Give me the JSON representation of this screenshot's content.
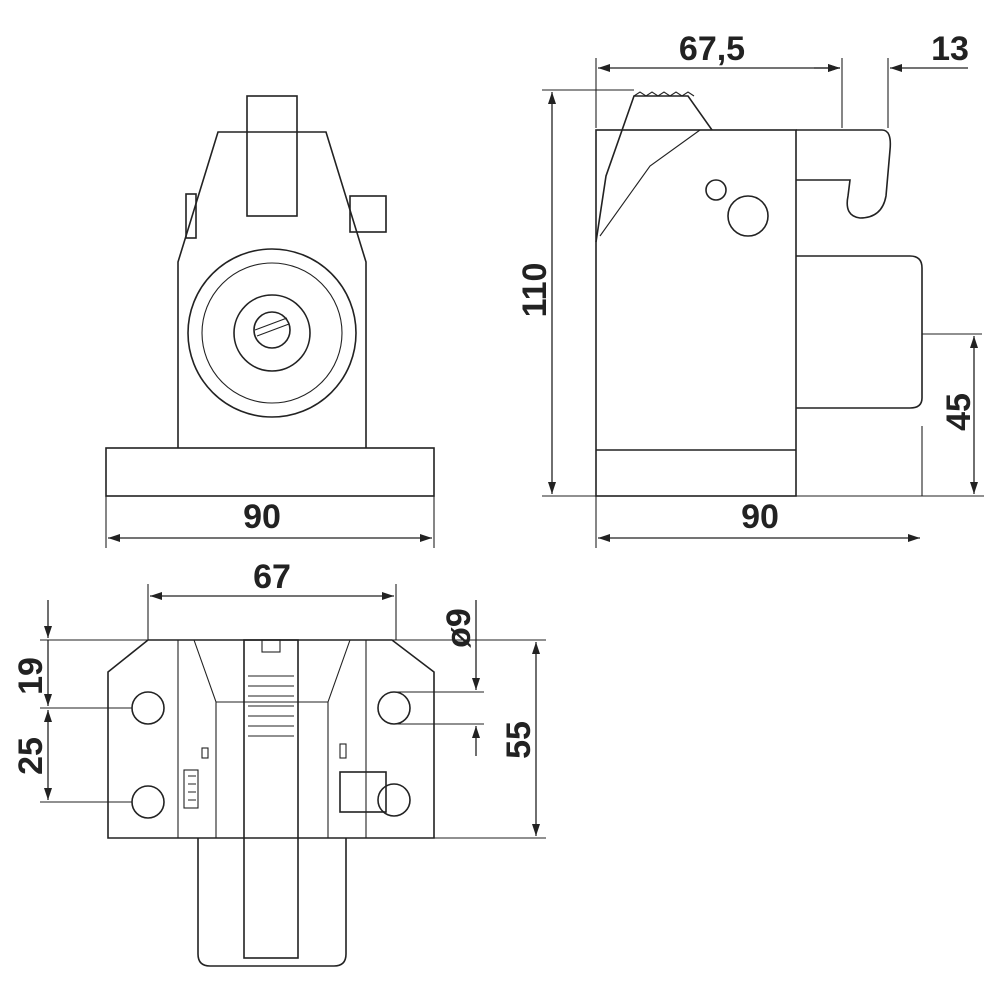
{
  "front_view": {
    "width": "90"
  },
  "side_view": {
    "depth_top": "67,5",
    "hook": "13",
    "height": "110",
    "offset": "45",
    "width": "90"
  },
  "bottom_view": {
    "spacing": "67",
    "top_offset": "19",
    "hole_spacing": "25",
    "hole_dia": "ø9",
    "height": "55"
  }
}
